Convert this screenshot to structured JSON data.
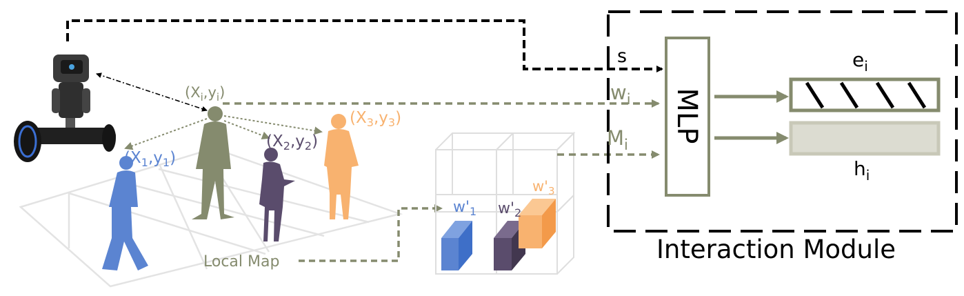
{
  "colors": {
    "olive": "#858b6e",
    "olive_light": "#dcdcd1",
    "blue": "#5b84d1",
    "purple": "#5a4c6c",
    "orange": "#f8b26f",
    "black": "#000000",
    "grid": "#e3e3e3"
  },
  "module": {
    "title": "Interaction Module",
    "mlp_label": "MLP"
  },
  "inputs": {
    "s": "s",
    "w_base": "w",
    "w_sub": "i",
    "m_base": "M",
    "m_sub": "i"
  },
  "outputs": {
    "e_base": "e",
    "e_sub": "i",
    "h_base": "h",
    "h_sub": "i"
  },
  "scene": {
    "local_map": "Local Map",
    "coords": {
      "i": {
        "x": "X",
        "xs": "i",
        "y": "y",
        "ys": "i"
      },
      "c1": {
        "x": "X",
        "xs": "1",
        "y": "y",
        "ys": "1"
      },
      "c2": {
        "x": "X",
        "xs": "2",
        "y": "y",
        "ys": "2"
      },
      "c3": {
        "x": "X",
        "xs": "3",
        "y": "y",
        "ys": "3"
      }
    }
  },
  "grid": {
    "w1_base": "w'",
    "w1_sub": "1",
    "w2_base": "w'",
    "w2_sub": "2",
    "w3_base": "w'",
    "w3_sub": "3"
  },
  "icons": [
    "robot-icon",
    "person-blue-icon",
    "person-olive-icon",
    "person-purple-icon",
    "person-orange-icon"
  ]
}
